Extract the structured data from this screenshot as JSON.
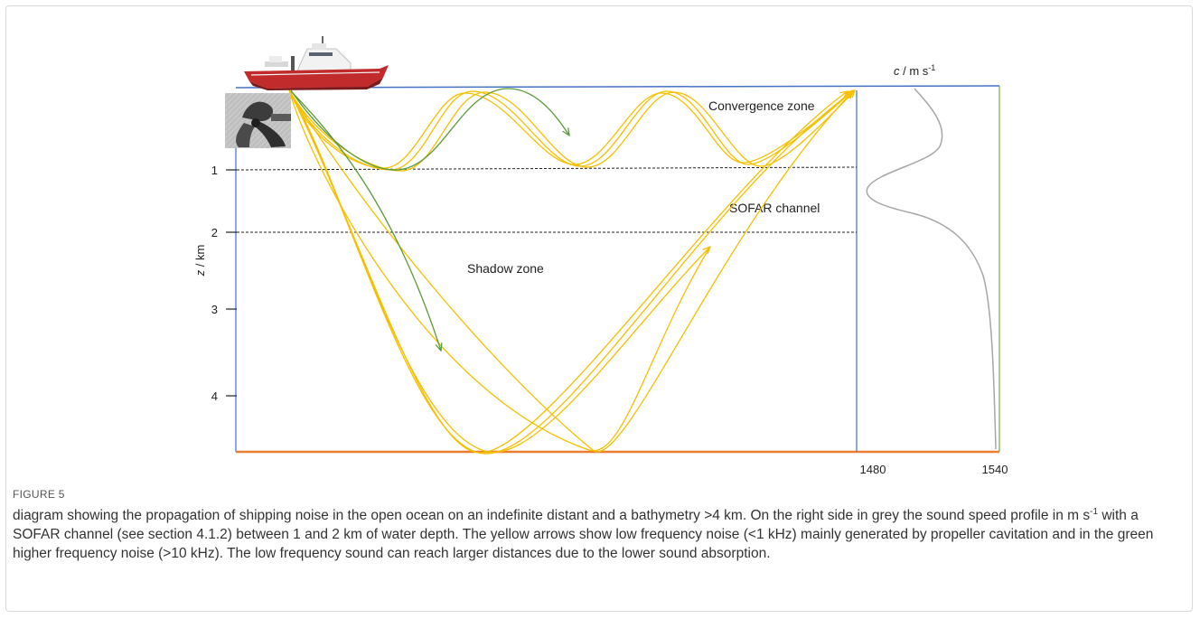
{
  "figure": {
    "label": "FIGURE 5",
    "caption_parts": [
      "diagram showing the propagation of shipping noise in the open ocean on an indefinite distant and a bathymetry >4 km. On the right side in grey the sound speed profile in m s",
      "-1",
      " with a SOFAR channel (see section 4.1.2) between 1 and 2 km of water depth. The yellow arrows show low frequency noise (<1 kHz) mainly generated by propeller cavitation and in the green higher frequency noise (>10 kHz). The low frequency sound can reach larger distances due to the lower sound absorption."
    ]
  },
  "diagram": {
    "depth_axis": {
      "label_var": "z",
      "label_unit": " / km",
      "ticks": [
        "1",
        "2",
        "3",
        "4"
      ]
    },
    "speed_axis": {
      "label_var": "c",
      "label_unit": " / m s",
      "label_sup": "-1",
      "ticks": [
        "1480",
        "1540"
      ]
    },
    "zones": {
      "convergence": "Convergence zone",
      "sofar": "SOFAR channel",
      "shadow": "Shadow zone"
    },
    "colors": {
      "low_frequency_rays": "#f5c000",
      "high_frequency_rays": "#5a9a3a",
      "sound_speed_profile": "#a6a6a6",
      "surface_and_axes": "#4472c4",
      "sea_floor": "#ed7d31",
      "frame_edge": "#70ad47"
    },
    "icons": {
      "ship": "research-vessel",
      "propeller": "propeller-photo"
    }
  }
}
